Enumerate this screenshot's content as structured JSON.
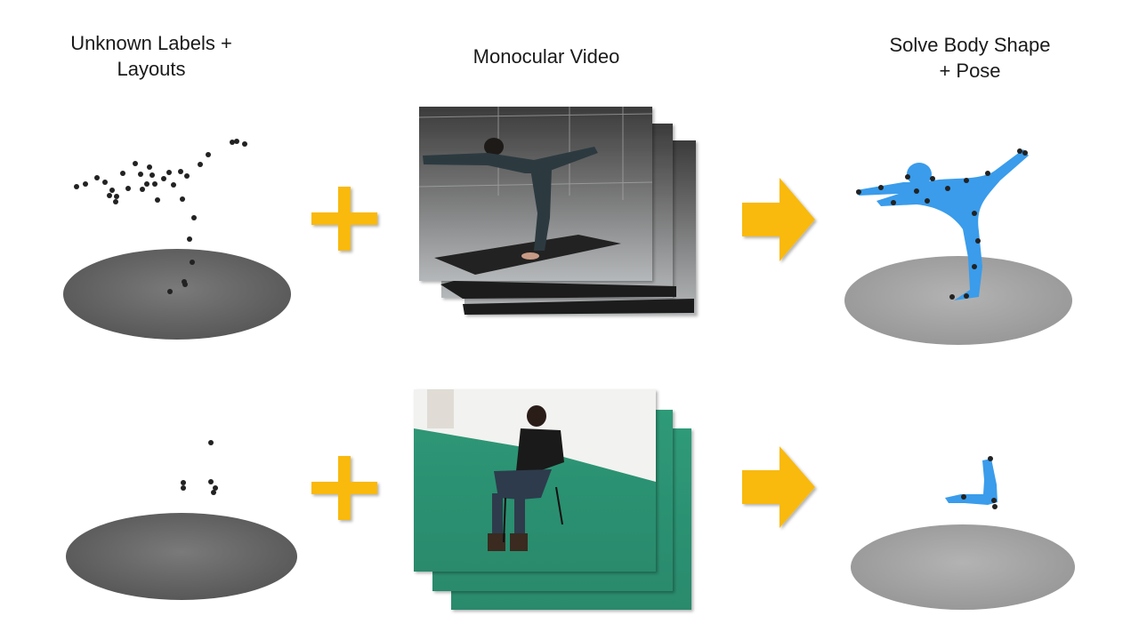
{
  "headings": {
    "markers": "Unknown Labels +\nLayouts",
    "video": "Monocular Video",
    "solve": "Solve Body Shape\n+ Pose"
  },
  "colors": {
    "plus": "#F9B90B",
    "arrow": "#F9B90B",
    "marker": "#222222",
    "body": "#3A9CEB",
    "floor_dark": "#6E6E6E",
    "floor_light": "#A6A6A6"
  },
  "icons": {
    "plus": "plus-icon",
    "arrow": "arrow-right-icon"
  }
}
